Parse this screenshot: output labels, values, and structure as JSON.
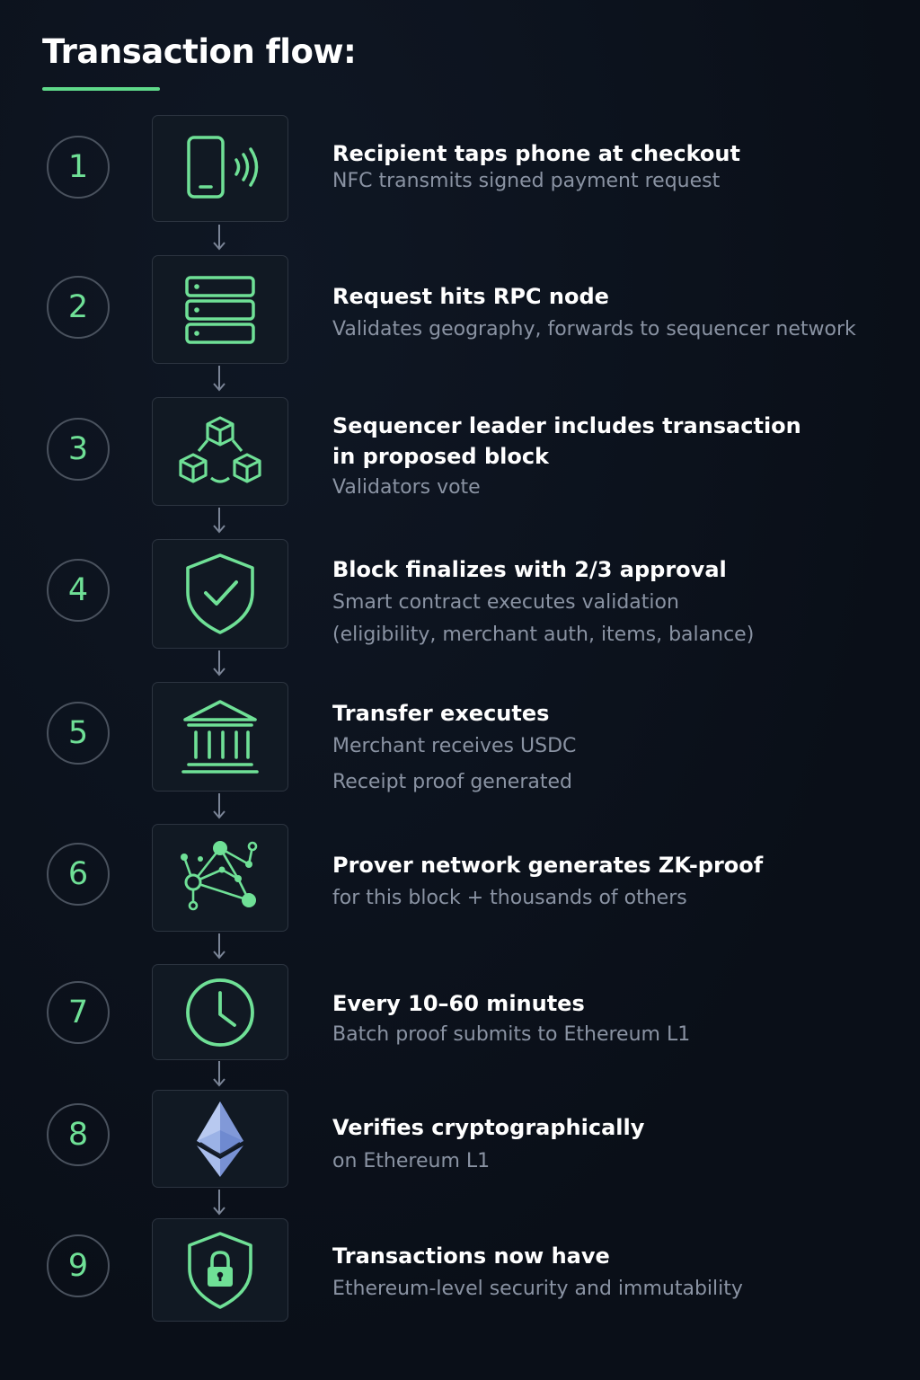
{
  "header": {
    "title": "Transaction flow:"
  },
  "accent_color": "#5fd98a",
  "steps": [
    {
      "number": "1",
      "icon": "nfc-phone-icon",
      "title": "Recipient taps phone at checkout",
      "desc": [
        "NFC transmits signed payment request"
      ]
    },
    {
      "number": "2",
      "icon": "server-icon",
      "title": "Request hits RPC node",
      "desc": [
        "Validates geography, forwards to sequencer network"
      ]
    },
    {
      "number": "3",
      "icon": "cubes-network-icon",
      "title": "Sequencer leader includes transaction",
      "title2": "in proposed block",
      "desc": [
        "Validators vote"
      ]
    },
    {
      "number": "4",
      "icon": "shield-check-icon",
      "title": "Block finalizes with 2/3 approval",
      "desc": [
        "Smart contract executes validation",
        "(eligibility, merchant auth, items, balance)"
      ]
    },
    {
      "number": "5",
      "icon": "bank-icon",
      "title": "Transfer executes",
      "desc": [
        "Merchant receives USDC",
        "Receipt proof generated"
      ]
    },
    {
      "number": "6",
      "icon": "network-graph-icon",
      "title": "Prover network generates ZK-proof",
      "desc": [
        "for this block + thousands of others"
      ]
    },
    {
      "number": "7",
      "icon": "clock-icon",
      "title": "Every 10–60 minutes",
      "desc": [
        "Batch proof submits to Ethereum L1"
      ]
    },
    {
      "number": "8",
      "icon": "ethereum-icon",
      "title": "Verifies cryptographically",
      "desc": [
        "on Ethereum L1"
      ]
    },
    {
      "number": "9",
      "icon": "shield-lock-icon",
      "title": "Transactions now have",
      "desc": [
        "Ethereum-level security and immutability"
      ]
    }
  ]
}
